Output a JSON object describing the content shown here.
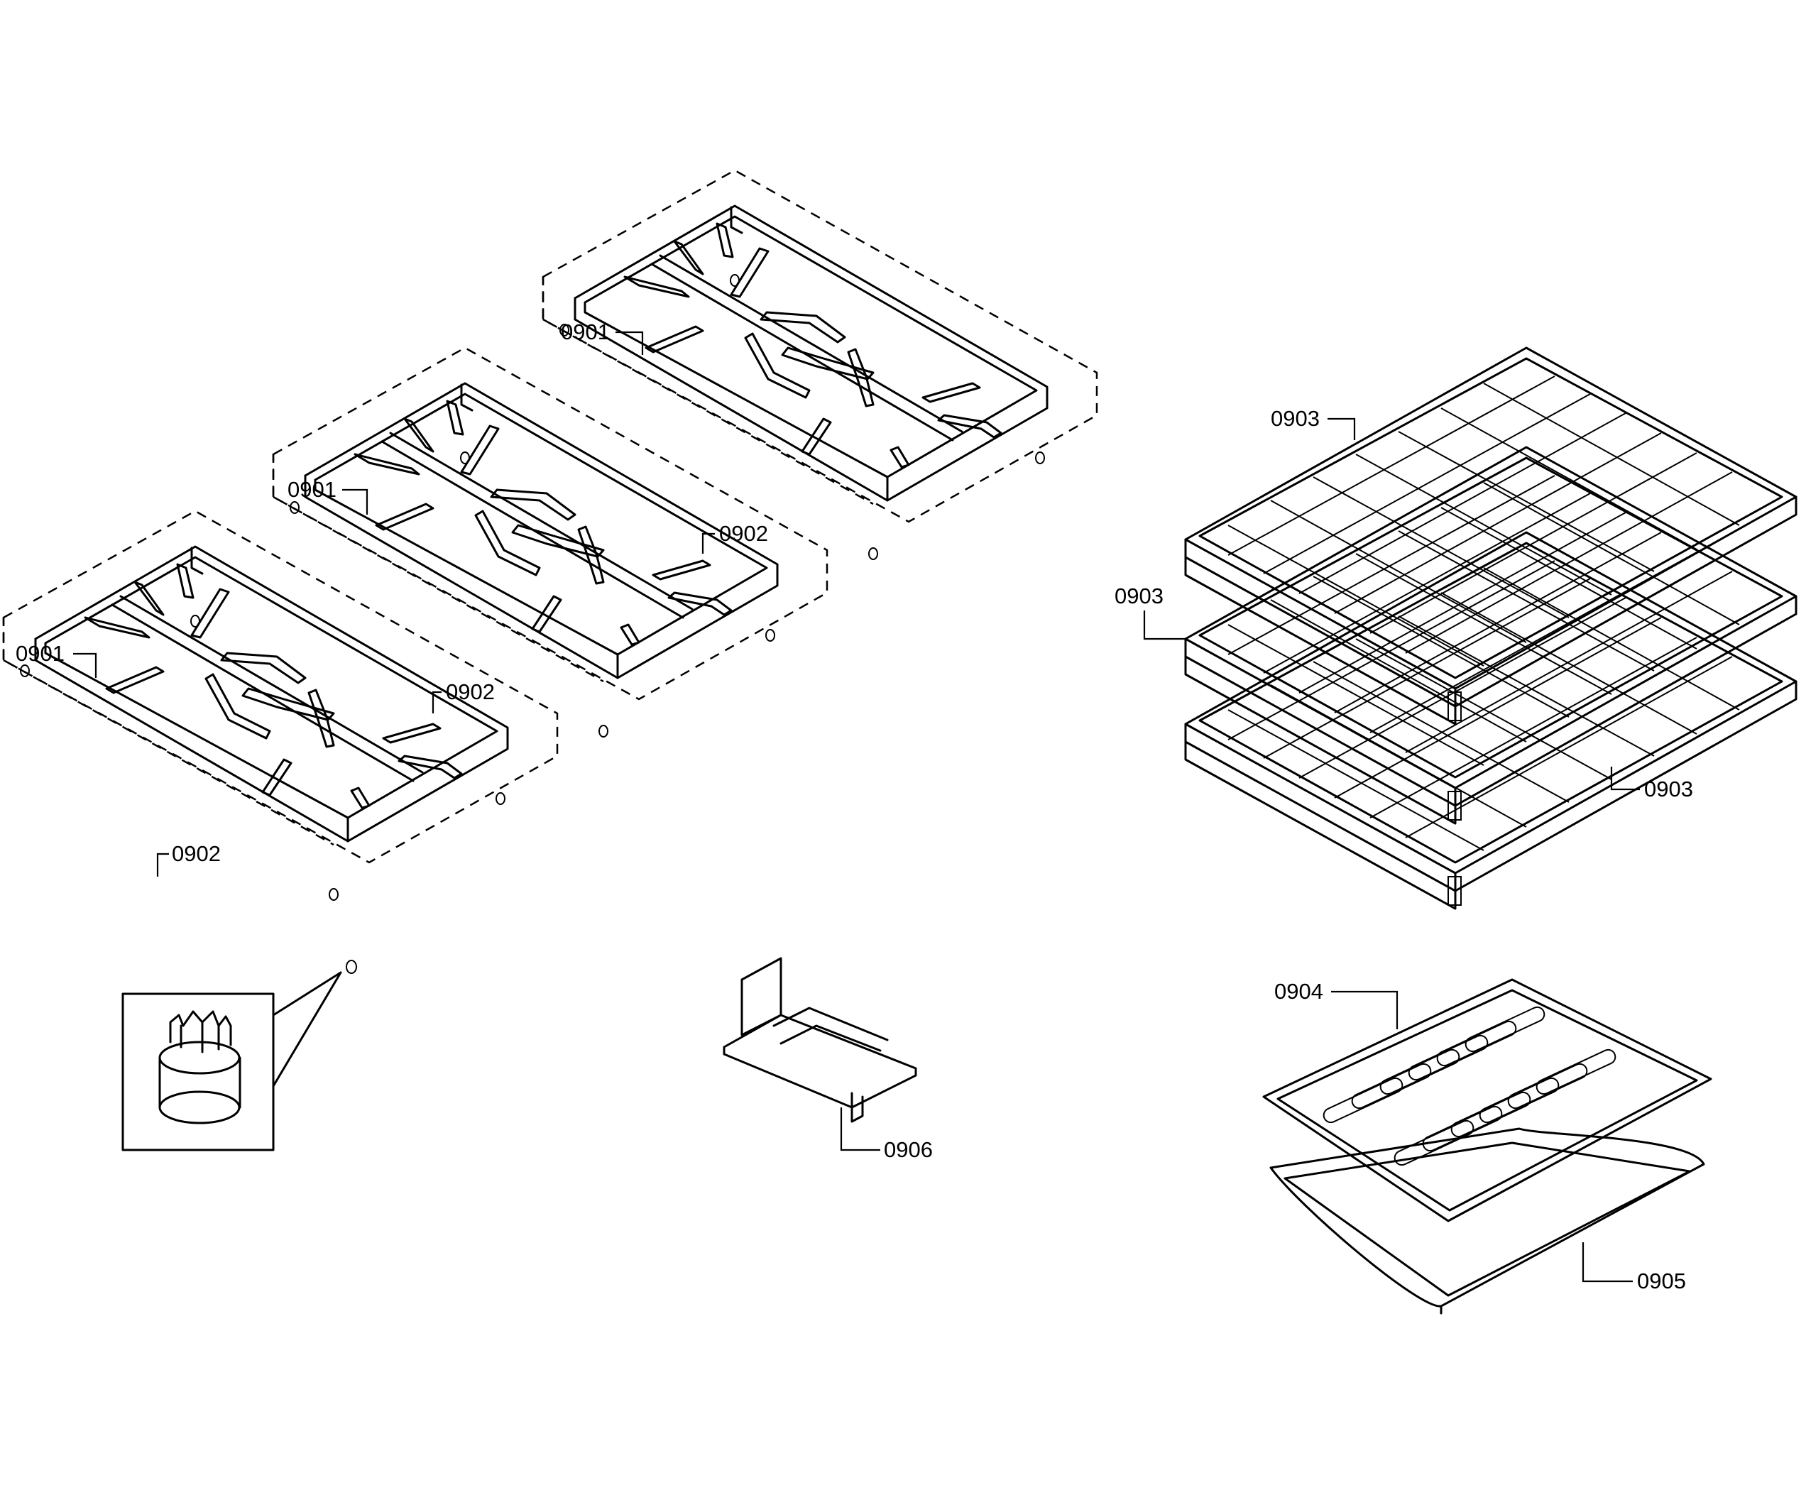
{
  "callouts": {
    "grate_top": "0901",
    "grate_middle": "0901",
    "grate_left": "0901",
    "foot_top": "0902",
    "foot_middle": "0902",
    "foot_left": "0902",
    "rack_top": "0903",
    "rack_middle": "0903",
    "rack_bottom": "0903",
    "broil_grid": "0904",
    "broil_pan": "0905",
    "bracket": "0906"
  }
}
